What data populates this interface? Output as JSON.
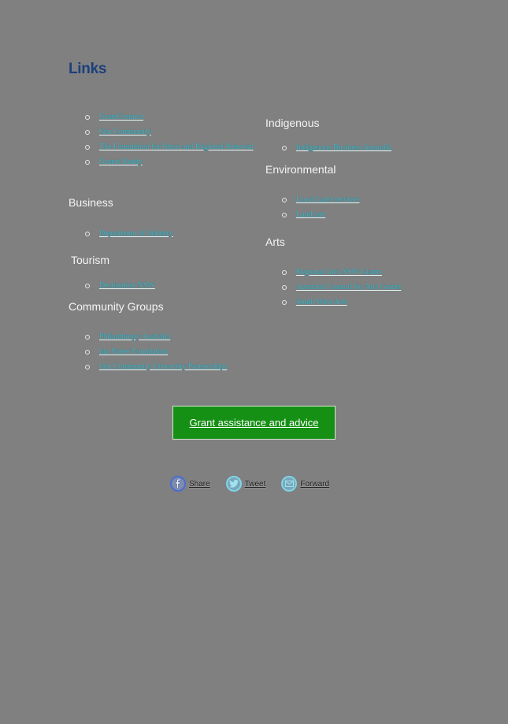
{
  "page": {
    "title": "Links"
  },
  "left_column": {
    "general_links": [
      {
        "label": "GrantConnect"
      },
      {
        "label": "Our Community"
      },
      {
        "label": "The Foundation for Rural and Regional Renewal"
      },
      {
        "label": "Grants Ready"
      }
    ],
    "business": {
      "heading": "Business",
      "links": [
        {
          "label": "Department of Industry"
        }
      ]
    },
    "tourism": {
      "heading": "Tourism",
      "links": [
        {
          "label": "Destination NSW"
        }
      ]
    },
    "community_groups": {
      "heading": "Community Groups",
      "links": [
        {
          "label": "Philanthropy Australia"
        },
        {
          "label": "Ian Potter Foundation"
        },
        {
          "label": "Our Community University Partnerships"
        }
      ]
    }
  },
  "right_column": {
    "indigenous": {
      "heading": "Indigenous",
      "links": [
        {
          "label": "Indigenous Business Australia"
        }
      ]
    },
    "environmental": {
      "heading": "Environmental",
      "links": [
        {
          "label": "Local Land services"
        },
        {
          "label": "Landcare"
        }
      ]
    },
    "arts": {
      "heading": "Arts",
      "links": [
        {
          "label": "Regional Arts NSW Grants"
        },
        {
          "label": "Australia Council for Arts Grants"
        },
        {
          "label": "South West Arts"
        }
      ]
    }
  },
  "cta": {
    "label": "Grant assistance and advice",
    "color": "#158f14"
  },
  "share": [
    {
      "label": "Share",
      "icon": "facebook-icon"
    },
    {
      "label": "Tweet",
      "icon": "twitter-icon"
    },
    {
      "label": "Forward",
      "icon": "email-icon"
    }
  ],
  "colors": {
    "background": "#808080",
    "title": "#1b3f7a",
    "link": "#3fb8c8"
  }
}
